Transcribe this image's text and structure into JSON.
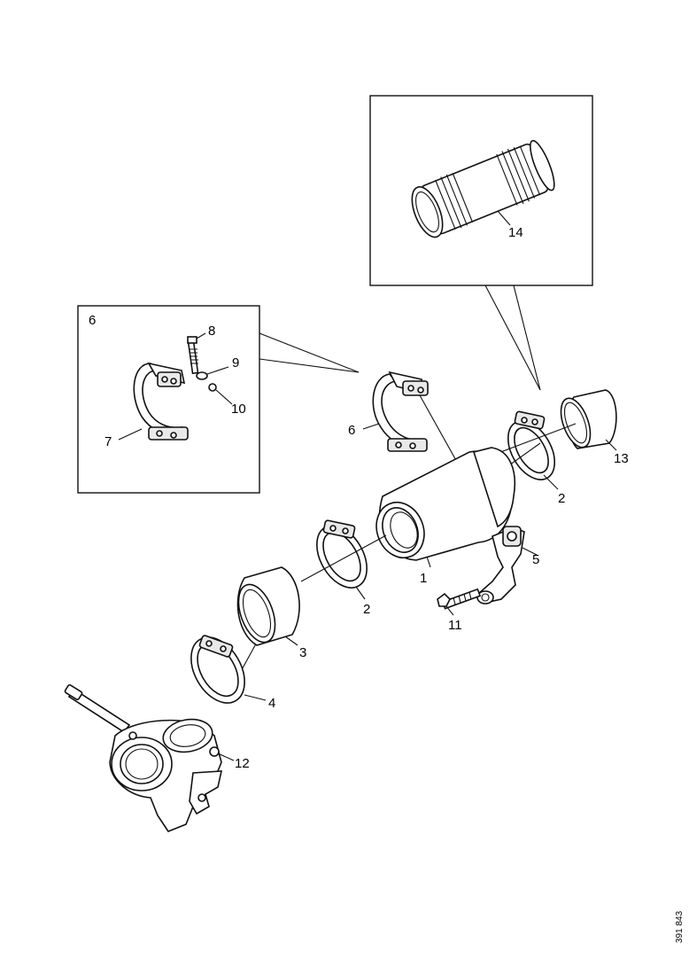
{
  "labels": {
    "p1": "1",
    "p2a": "2",
    "p2b": "2",
    "p3": "3",
    "p4": "4",
    "p5": "5",
    "p6": "6",
    "p7": "7",
    "p8": "8",
    "p9": "9",
    "p10": "10",
    "p11": "11",
    "p12": "12",
    "p13": "13",
    "p14": "14",
    "inset_6": "6"
  },
  "reference_number": "391 843"
}
